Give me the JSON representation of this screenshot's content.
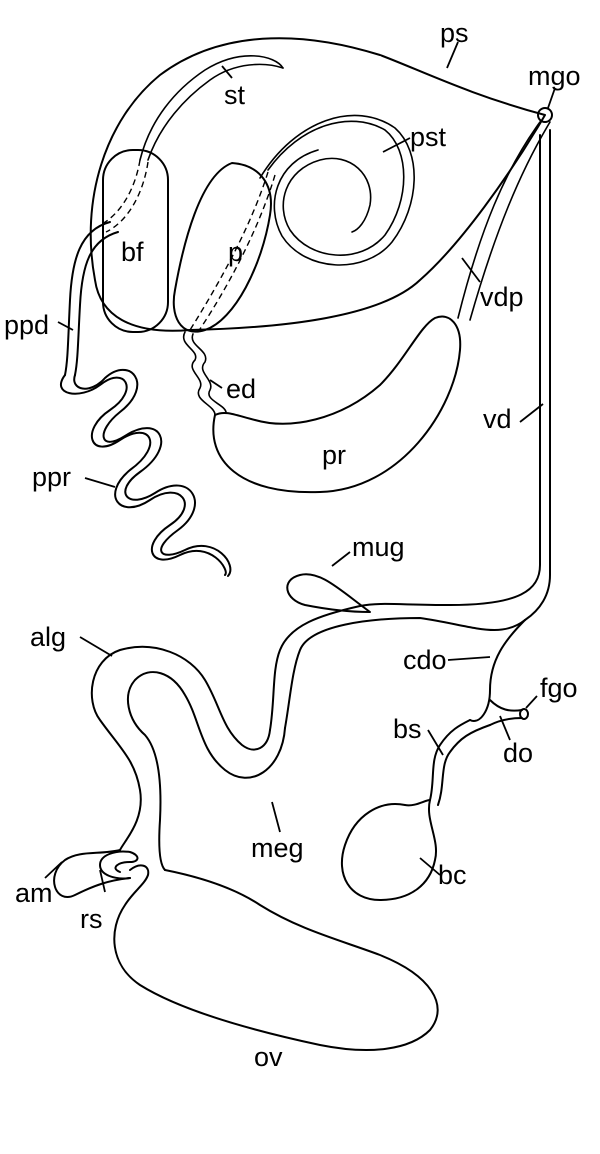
{
  "labels": {
    "ps": "ps",
    "mgo": "mgo",
    "st": "st",
    "pst": "pst",
    "bf": "bf",
    "p": "p",
    "vdp": "vdp",
    "ppd": "ppd",
    "ed": "ed",
    "vd": "vd",
    "pr": "pr",
    "ppr": "ppr",
    "mug": "mug",
    "alg": "alg",
    "cdo": "cdo",
    "fgo": "fgo",
    "bs": "bs",
    "do": "do",
    "meg": "meg",
    "bc": "bc",
    "am": "am",
    "rs": "rs",
    "ov": "ov"
  }
}
